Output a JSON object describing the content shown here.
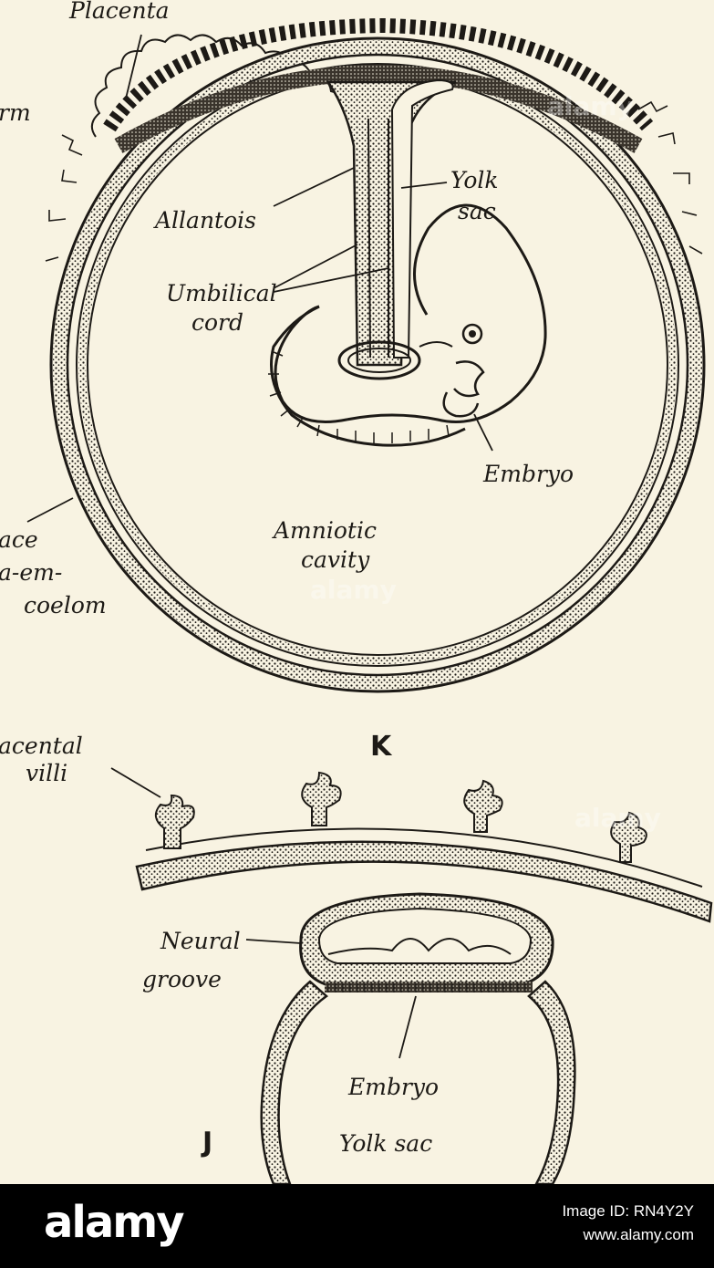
{
  "figure": {
    "labels": {
      "placenta": "Placenta",
      "rm": "rm",
      "allantois": "Allantois",
      "yolk_sac_top": "Yolk",
      "yolk_sac_bottom": "sac",
      "umbilical_top": "Umbilical",
      "umbilical_bottom": "cord",
      "embryo_k": "Embryo",
      "amniotic_top": "Amniotic",
      "amniotic_bottom": "cavity",
      "space_1": "ace",
      "space_2": "a-em-",
      "space_3": "coelom",
      "placental_villi_1": "acental",
      "placental_villi_2": "villi",
      "neural_groove_1": "Neural",
      "neural_groove_2": "groove",
      "embryo_j": "Embryo",
      "yolk_sac_j": "Yolk sac"
    },
    "panel_letters": {
      "k": "K",
      "j": "J"
    }
  },
  "footer": {
    "brand": "alamy",
    "image_id_label": "Image ID: RN4Y2Y",
    "site": "www.alamy.com"
  },
  "watermarks": [
    "alamy",
    "alamy",
    "alamy"
  ],
  "colors": {
    "background": "#f8f3e2",
    "ink": "#1d1a16",
    "footer": "#000000"
  }
}
